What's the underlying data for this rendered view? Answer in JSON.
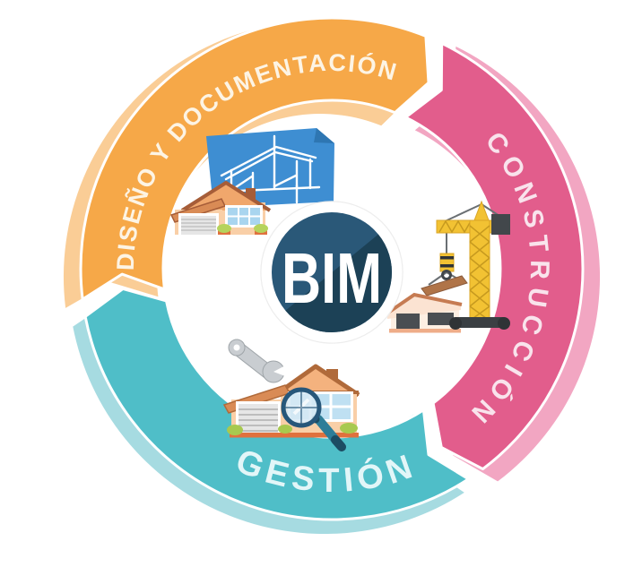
{
  "diagram": {
    "center_label": "BIM",
    "center": {
      "bg_color": "#2A5878",
      "shadow_color": "#1C4156",
      "text_color": "#FFFFFF"
    },
    "segments": [
      {
        "phase": "diseno-documentacion",
        "label": "DISEÑO Y DOCUMENTACIÓN",
        "color": "#F6A848",
        "light_color": "#FACD96",
        "label_color": "#FDF4E4",
        "icon": "blueprint-and-house-icon"
      },
      {
        "phase": "construccion",
        "label": "CONSTRUCCIÓN",
        "color": "#E25D8C",
        "light_color": "#F2A6C2",
        "label_color": "#F9E3EC",
        "icon": "tower-crane-and-house-icon"
      },
      {
        "phase": "gestion",
        "label": "GESTIÓN",
        "color": "#4FBEC8",
        "light_color": "#A6DBE1",
        "label_color": "#E2F6F8",
        "icon": "house-wrench-magnifier-icon"
      }
    ],
    "background_color": "#FFFFFF"
  }
}
